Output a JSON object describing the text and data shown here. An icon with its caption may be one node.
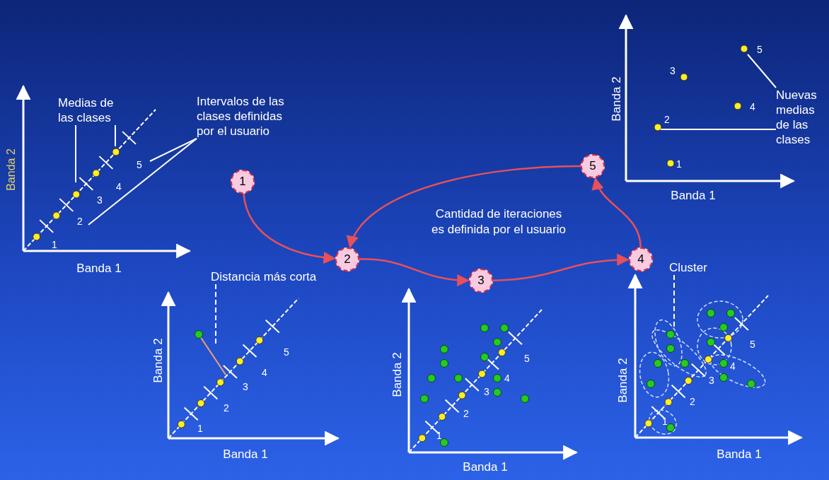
{
  "diagram": {
    "nodes": [
      {
        "text": [
          "1"
        ]
      },
      {
        "text": [
          "2"
        ]
      },
      {
        "text": [
          "3"
        ]
      },
      {
        "text": [
          "4"
        ]
      },
      {
        "text": [
          "5"
        ]
      },
      {
        "text": [
          "Medias de las clases"
        ],
        "in": 10
      },
      {
        "text": [
          "Intervalos de las clases definidas por el usuario"
        ]
      },
      {
        "text": [
          "Distancia más corta"
        ]
      },
      {
        "text": [
          "Cluster"
        ]
      },
      {
        "text": [
          "Nuevas medias de las clases"
        ]
      },
      {
        "text": [],
        "shape": "picture"
      },
      {
        "text": [],
        "shape": "picture"
      },
      {
        "text": [],
        "shape": "picture"
      },
      {
        "text": [],
        "shape": "picture"
      },
      {
        "text": [],
        "shape": "picture"
      }
    ],
    "edges": [
      {
        "from": 0,
        "to": 1,
        "arrow": "to",
        "color": "#e8505a"
      },
      {
        "from": 1,
        "to": 2,
        "arrow": "to",
        "color": "#e8505a"
      },
      {
        "from": 2,
        "to": 3,
        "arrow": "to",
        "color": "#e8505a"
      },
      {
        "from": 3,
        "to": 4,
        "arrow": "to",
        "color": "#e8505a"
      },
      {
        "from": 4,
        "to": 1,
        "arrow": "to",
        "color": "#e8505a"
      },
      {
        "from": 5,
        "to": 10,
        "arrow": "none"
      },
      {
        "from": 5,
        "to": 10,
        "arrow": "none"
      },
      {
        "from": 6,
        "to": 10,
        "arrow": "none"
      },
      {
        "from": 6,
        "to": 10,
        "arrow": "none"
      },
      {
        "from": 7,
        "to": 12,
        "arrow": "none",
        "style": "dashed"
      },
      {
        "from": 8,
        "to": 14,
        "arrow": "none",
        "style": "dashed"
      },
      {
        "from": 9,
        "to": 11,
        "arrow": "none"
      },
      {
        "from": 9,
        "to": 11,
        "arrow": "none"
      }
    ],
    "labels": [
      "Cantidad de iteraciones es definida por el usuario",
      "Banda 2",
      "5",
      "4",
      "3",
      "2",
      "1",
      "Banda 1",
      "5",
      "3",
      "Banda 2",
      "4",
      "2",
      "1",
      "Banda 1",
      "Banda 2",
      "5",
      "4",
      "3",
      "2",
      "1",
      "Banda 1",
      "Banda 2",
      "5",
      "4",
      "3",
      "2",
      "1",
      "Banda 1",
      "Banda 2",
      "5",
      "4",
      "3",
      "2",
      "1",
      "Banda 1"
    ]
  }
}
